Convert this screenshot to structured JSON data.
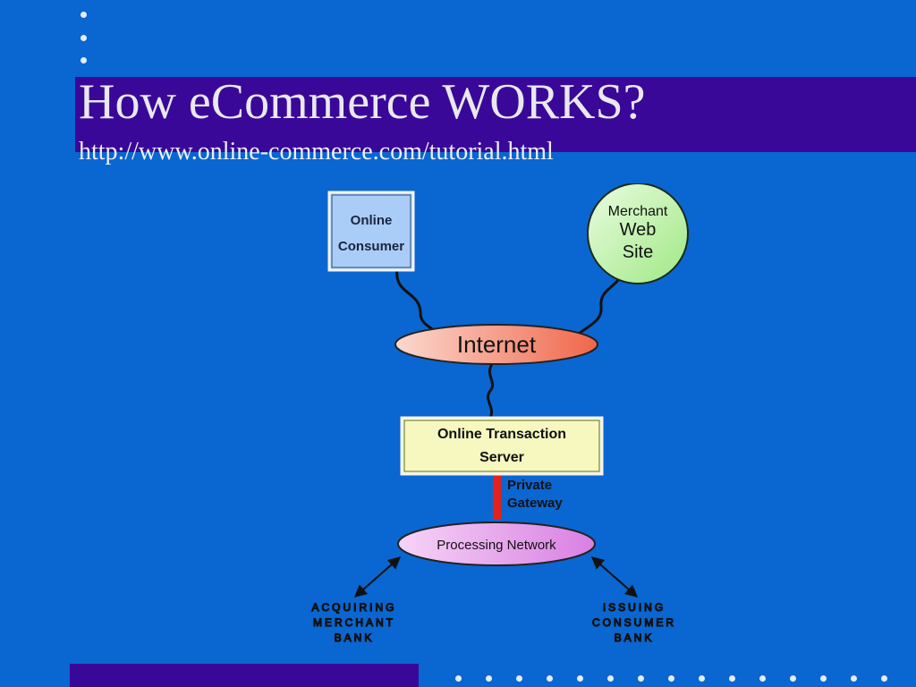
{
  "slide": {
    "title": "How eCommerce WORKS?",
    "url": "http://www.online-commerce.com/tutorial.html"
  },
  "diagram": {
    "nodes": {
      "online_consumer": {
        "line1": "Online",
        "line2": "Consumer"
      },
      "merchant_web_site": {
        "line1": "Merchant",
        "line2": "Web",
        "line3": "Site"
      },
      "internet": {
        "label": "Internet"
      },
      "transaction_server": {
        "line1": "Online Transaction",
        "line2": "Server"
      },
      "private_gateway": {
        "line1": "Private",
        "line2": "Gateway"
      },
      "processing_network": {
        "label": "Processing Network"
      },
      "acquiring_bank": {
        "line1": "ACQUIRING",
        "line2": "MERCHANT",
        "line3": "BANK"
      },
      "issuing_bank": {
        "line1": "ISSUING",
        "line2": "CONSUMER",
        "line3": "BANK"
      }
    },
    "colors": {
      "background": "#0a66d0",
      "band": "#3a0898",
      "consumer_box": "#a9cdf6",
      "merchant_circle": "#c7f5b4",
      "internet_oval": "#f3866c",
      "server_box": "#f6f8c0",
      "gateway_line": "#e3231b",
      "processing_oval": "#e8a4ee"
    }
  }
}
